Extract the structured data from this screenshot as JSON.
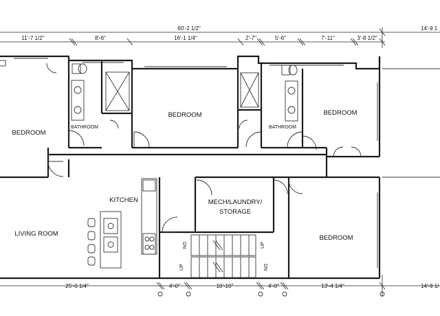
{
  "dimensions_top": {
    "overall": "60'-2 1/2\"",
    "right_edge": "14'-9 1",
    "segments": [
      "11'-7 1/2\"",
      "8'-6\"",
      "16'-1 1/4\"",
      "2'-7\"",
      "5'-6\"",
      "7'-11\"",
      "3'-8 1/2\""
    ]
  },
  "dimensions_bottom": {
    "segments": [
      "25'-0 1/4\"",
      "4'-0\"",
      "10'-10\"",
      "4'-0\"",
      "13'-4 1/4\""
    ],
    "right_edge": "14'-9 1/"
  },
  "rooms": {
    "bedroom_left": "BEDROOM",
    "bathroom_left": "BATHROOM",
    "bedroom_center": "BEDROOM",
    "bathroom_right": "BATHROOM",
    "bedroom_right": "BEDROOM",
    "kitchen": "KITCHEN",
    "mech_line1": "MECH/LAUNDRY/",
    "mech_line2": "STORAGE",
    "living_room": "LIVING ROOM",
    "bedroom_lower_right": "BEDROOM"
  },
  "stairs": {
    "upper_left": "DN",
    "upper_right": "UP",
    "lower_left": "UP",
    "lower_right": "DN"
  }
}
